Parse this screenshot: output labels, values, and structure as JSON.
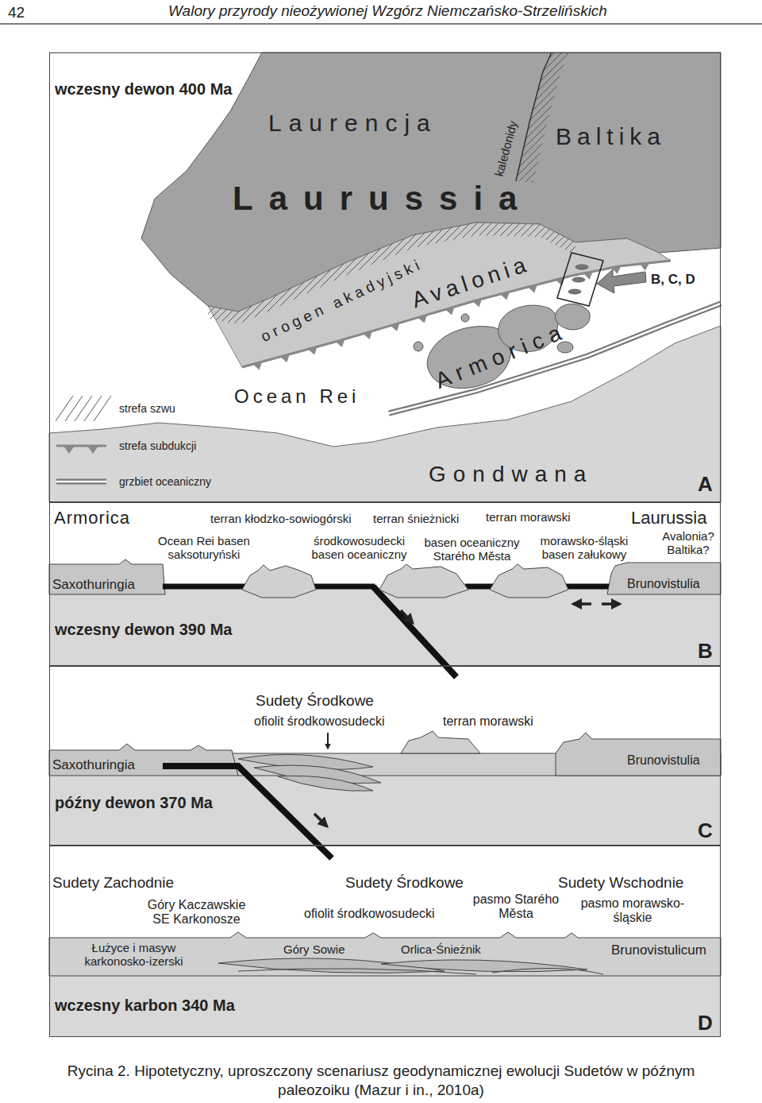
{
  "diagram": {
    "title": "Walory przyrody nieożywionej Wzgórz Niemczańsko-Strzelińskich",
    "caption": "Rycina 2. Hipotetyczny, uproszczony scenariusz geodynamicznej ewolucji Sudetów w późnym paleozoiku (Mazur i in., 2010a)",
    "nodes": [
      {
        "text": [
          "wczesny dewon 400 Ma",
          "A"
        ]
      },
      {
        "text": [
          "wczesny dewon 390 Ma",
          "B"
        ]
      },
      {
        "text": [
          "późny dewon 370 Ma",
          "C"
        ]
      },
      {
        "text": [
          "wczesny karbon 340 Ma",
          "D"
        ]
      }
    ],
    "labels": [
      "42",
      "Laurencja",
      "Baltika",
      "kaledonidy",
      "Laurussia",
      "orogen akadyjski",
      "Avalonia",
      "Armorica",
      "B, C, D",
      "Ocean Rei",
      "Gondwana",
      "Armorica",
      "terran kłodzko-sowiogórski",
      "terran śnieżnicki",
      "terran morawski",
      "Laurussia",
      "Avalonia? Baltika?",
      "Ocean Rei basen saksoturyński",
      "środkowosudecki basen oceaniczny",
      "basen oceaniczny Starého Města",
      "morawsko-śląski basen załukowy",
      "Saxothuringia",
      "Brunovistulia",
      "Sudety Środkowe",
      "ofiolit środkowosudecki",
      "terran morawski",
      "Saxothuringia",
      "Brunovistulia",
      "Sudety Zachodnie",
      "Góry Kaczawskie SE Karkonosze",
      "Sudety Środkowe",
      "ofiolit środkowosudecki",
      "pasmo Starého Města",
      "Sudety Wschodnie",
      "pasmo morawsko-śląskie",
      "Łużyce i masyw karkonosko-izerski",
      "Góry Sowie",
      "Orlica-Śnieżnik",
      "Brunovistulicum"
    ],
    "legend": [
      {
        "text": "strefa szwu"
      },
      {
        "text": "strefa subdukcji"
      },
      {
        "text": "grzbiet oceaniczny"
      }
    ]
  }
}
